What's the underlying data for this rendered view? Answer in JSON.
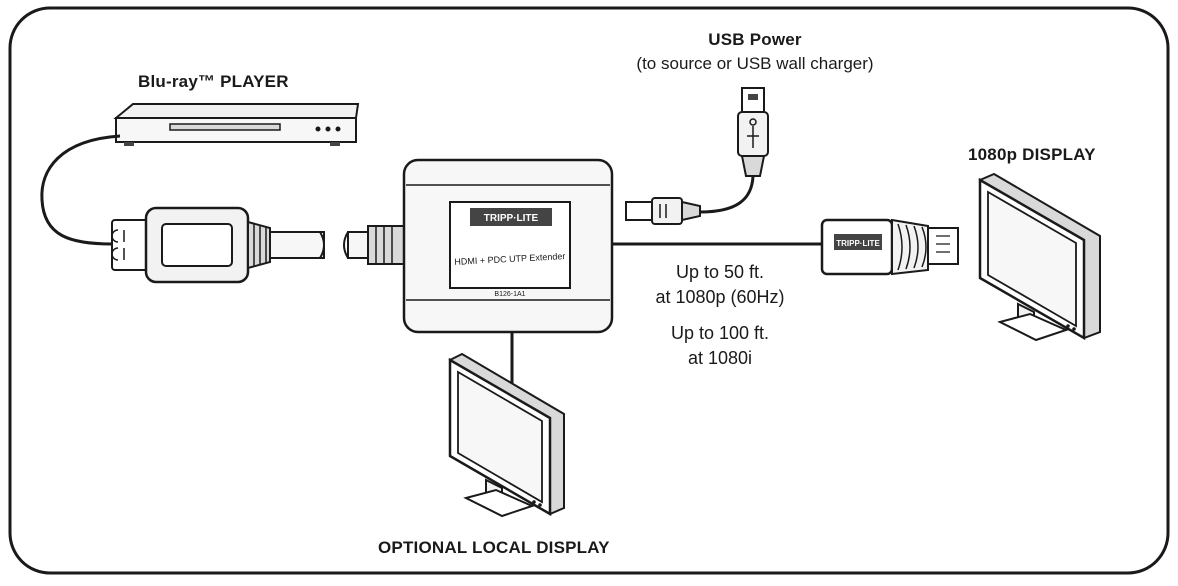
{
  "labels": {
    "bluray": "Blu-ray™ PLAYER",
    "usb_power_title": "USB Power",
    "usb_power_sub": "(to source or USB wall charger)",
    "display_1080p": "1080p DISPLAY",
    "range_50_line1": "Up to 50 ft.",
    "range_50_line2": "at 1080p (60Hz)",
    "range_100_line1": "Up to 100 ft.",
    "range_100_line2": "at 1080i",
    "optional_local": "OPTIONAL LOCAL DISPLAY"
  },
  "device_text": {
    "brand_box": "TRIPP·LITE",
    "brand_receiver": "TRIPP·LITE",
    "model_line": "HDMI + PDC UTP Extender",
    "model_small": "B126-1A1"
  },
  "colors": {
    "stroke": "#1a1a1a",
    "fill_light": "#f2f2f2",
    "fill_mid": "#d9d9d9",
    "fill_dark": "#444444"
  }
}
